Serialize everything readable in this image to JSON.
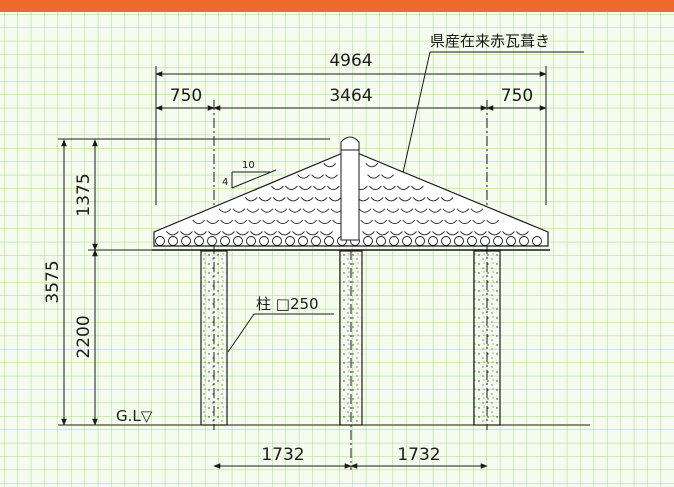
{
  "colors": {
    "top_bar": "#ee6a2a",
    "grid_line": "#a9d884",
    "grid_bg": "#f6fbef",
    "line": "#1a1a1a",
    "tile_fill": "#ffffff"
  },
  "drawing": {
    "roof_label": "県産在来赤瓦葺き",
    "dims": {
      "total_width": "4964",
      "left_overhang": "750",
      "span": "3464",
      "right_overhang": "750",
      "total_height": "3575",
      "roof_height": "1375",
      "column_height": "2200",
      "bay_left": "1732",
      "bay_right": "1732"
    },
    "slope": {
      "run": "10",
      "rise": "4"
    },
    "column_label": "柱 □250",
    "ground_label": "G.L▽"
  }
}
